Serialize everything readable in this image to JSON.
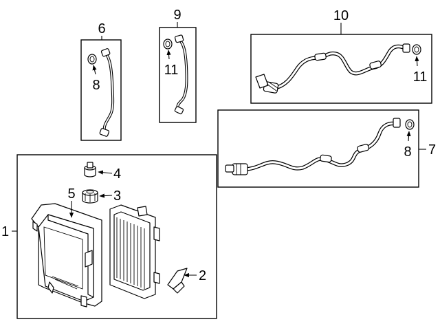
{
  "diagram": {
    "callouts": {
      "c1": "1",
      "c2": "2",
      "c3": "3",
      "c4": "4",
      "c5": "5",
      "c6": "6",
      "c7": "7",
      "c8a": "8",
      "c8b": "8",
      "c9": "9",
      "c10": "10",
      "c11a": "11",
      "c11b": "11"
    }
  }
}
